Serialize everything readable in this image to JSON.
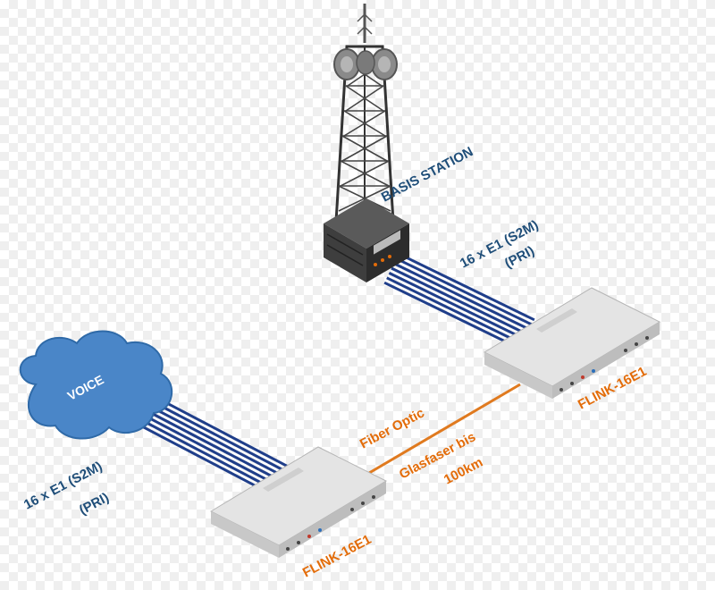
{
  "labels": {
    "station": "BASIS STATION",
    "station_link_line1": "16 x E1 (S2M)",
    "station_link_line2": "(PRI)",
    "voice": "VOICE",
    "voice_link_line1": "16 x E1 (S2M)",
    "voice_link_line2": "(PRI)",
    "fiber_line1": "Fiber Optic",
    "fiber_line2": "Glasfaser bis",
    "fiber_line3": "100km",
    "device_right": "FLINK-16E1",
    "device_left": "FLINK-16E1"
  },
  "colors": {
    "label_blue": "#1f4e79",
    "label_orange": "#e36c09",
    "cable_blue": "#1f3e8a",
    "cloud": "#4a86c8",
    "fiber": "#e07a1f"
  },
  "icons": {
    "tower": "antenna-tower-icon",
    "cloud": "cloud-icon",
    "device": "rack-device-icon"
  }
}
